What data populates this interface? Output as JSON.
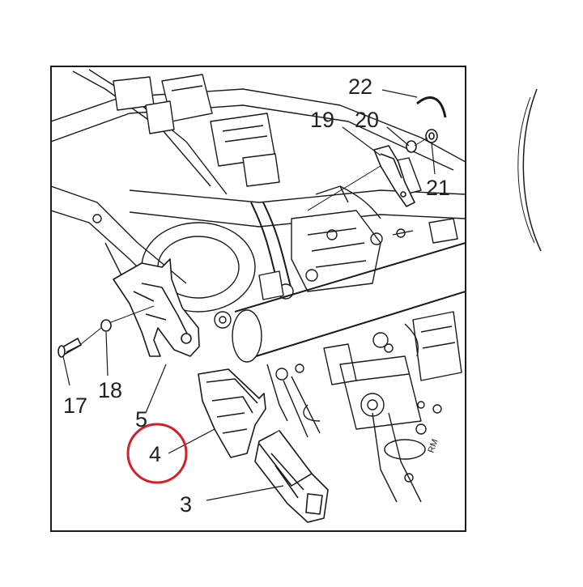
{
  "diagram": {
    "callouts": [
      {
        "id": "c3",
        "text": "3"
      },
      {
        "id": "c4",
        "text": "4",
        "highlighted": true
      },
      {
        "id": "c5",
        "text": "5"
      },
      {
        "id": "c17",
        "text": "17"
      },
      {
        "id": "c18",
        "text": "18"
      },
      {
        "id": "c19",
        "text": "19"
      },
      {
        "id": "c20",
        "text": "20"
      },
      {
        "id": "c21",
        "text": "21"
      },
      {
        "id": "c22",
        "text": "22"
      }
    ],
    "stamp": "RM",
    "colors": {
      "line": "#1a1a1a",
      "highlight": "#d0202c",
      "fill": "#ffffff",
      "shade": "#dcdcdc"
    }
  }
}
